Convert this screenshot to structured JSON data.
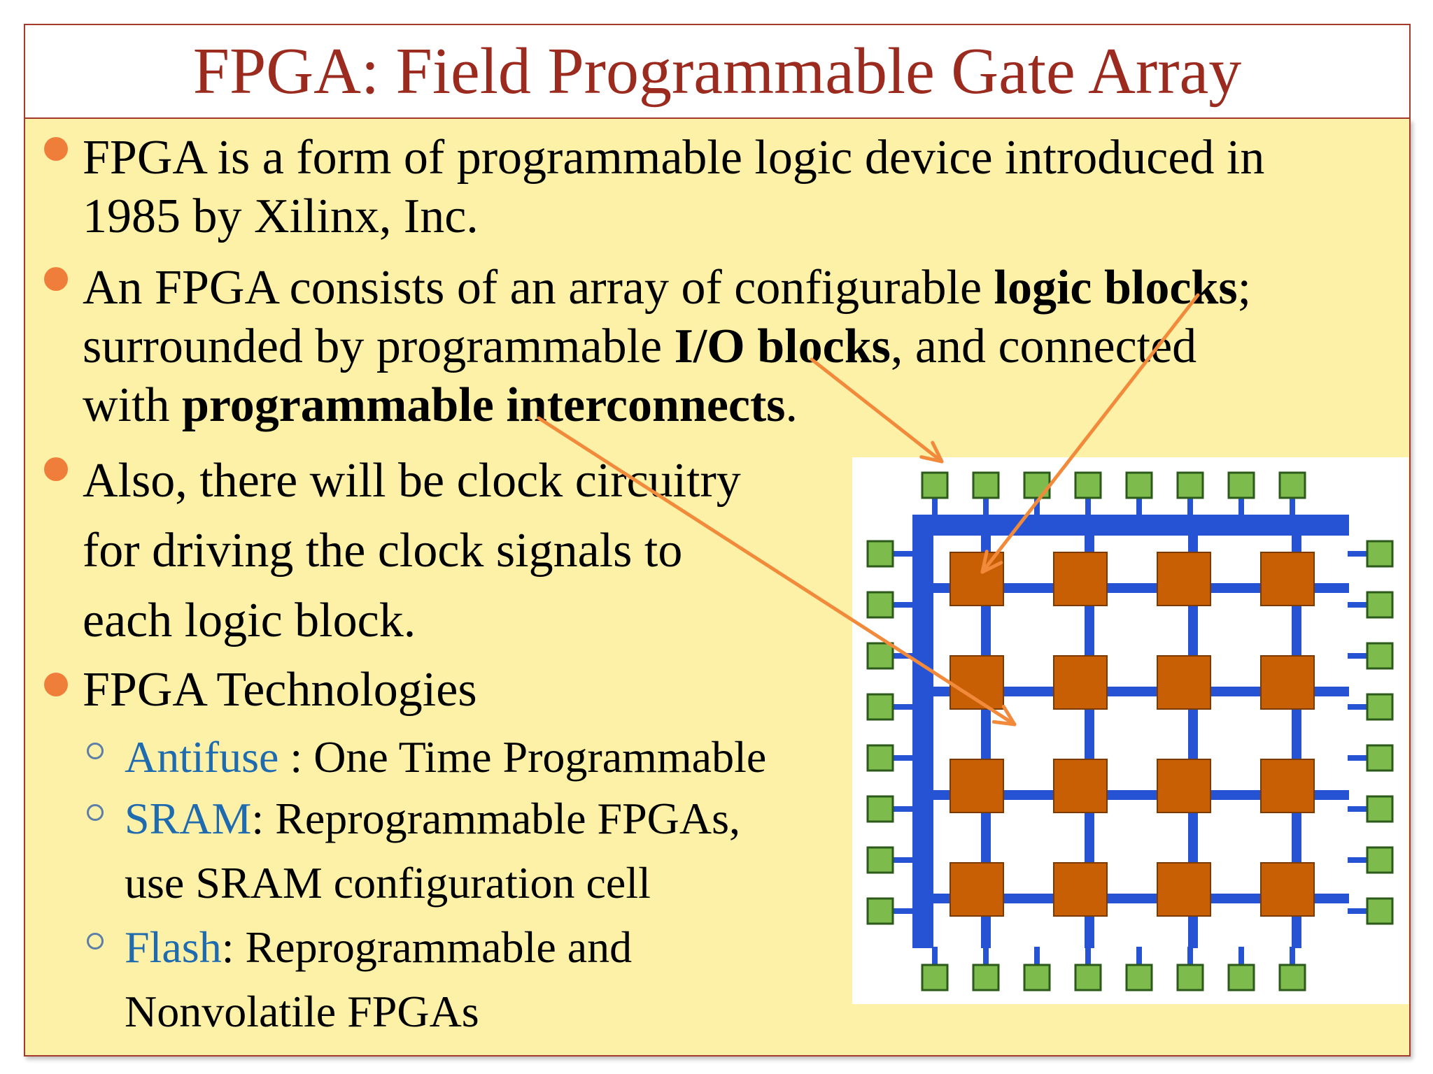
{
  "title": "FPGA: Field Programmable Gate Array",
  "bullets": [
    {
      "line1": "FPGA is a form of programmable logic device introduced in",
      "line2": "1985 by Xilinx, Inc."
    },
    {
      "line1_pre": "An FPGA consists of an array of configurable ",
      "line1_bold": "logic blocks",
      "line1_post": ";",
      "line2_pre": "surrounded by programmable ",
      "line2_bold": "I/O blocks",
      "line2_post": ", and connected",
      "line3_pre": "with ",
      "line3_bold": "programmable interconnects",
      "line3_post": "."
    },
    {
      "line1": "Also, there will be clock circuitry",
      "line2": "for driving the clock signals to",
      "line3": "each logic block."
    },
    {
      "line1": "FPGA Technologies"
    }
  ],
  "technologies": [
    {
      "name": "Antifuse",
      "desc_line1": " : One Time Programmable",
      "desc_line2": ""
    },
    {
      "name": "SRAM",
      "desc_line1": ": Reprogrammable FPGAs,",
      "desc_line2": "use SRAM configuration cell"
    },
    {
      "name": "Flash",
      "desc_line1": ": Reprogrammable and",
      "desc_line2": "Nonvolatile FPGAs"
    }
  ],
  "colors": {
    "title": "#9b2b1f",
    "background": "#fdf1a7",
    "bullet": "#f07e3b",
    "tech_name": "#1f6bb0",
    "interconnect": "#2553d4",
    "logic_block": "#c85f04",
    "io_block": "#7dbb4d",
    "arrow": "#f28a3c"
  },
  "diagram": {
    "logic_block_rows": 4,
    "logic_block_cols": 4,
    "io_blocks_per_side": 8
  }
}
